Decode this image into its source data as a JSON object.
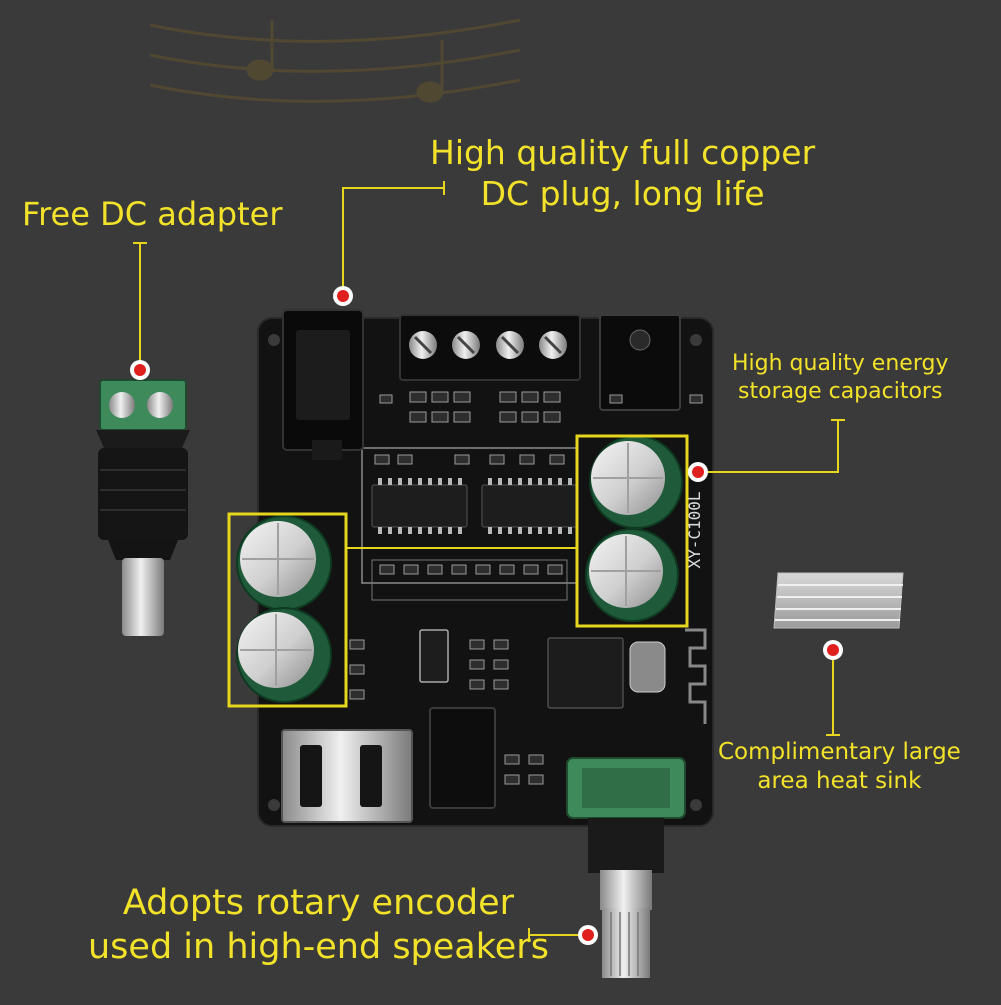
{
  "callouts": {
    "dc_plug": [
      "High quality full copper",
      "DC plug, long life"
    ],
    "dc_adapter": [
      "Free DC adapter"
    ],
    "capacitors": [
      "High quality energy",
      "storage capacitors"
    ],
    "heat_sink": [
      "Complimentary large",
      "area heat sink"
    ],
    "encoder": [
      "Adopts rotary encoder",
      "used in high-end speakers"
    ]
  },
  "board": {
    "silkscreen_model": "XY-C100L"
  },
  "colors": {
    "background": "#3a3a3a",
    "callout_text": "#f2e22a",
    "marker_dot": "#e0201e",
    "highlight_box": "#e8d51e",
    "pcb": "#121212",
    "terminal_green": "#3e8a5a"
  }
}
